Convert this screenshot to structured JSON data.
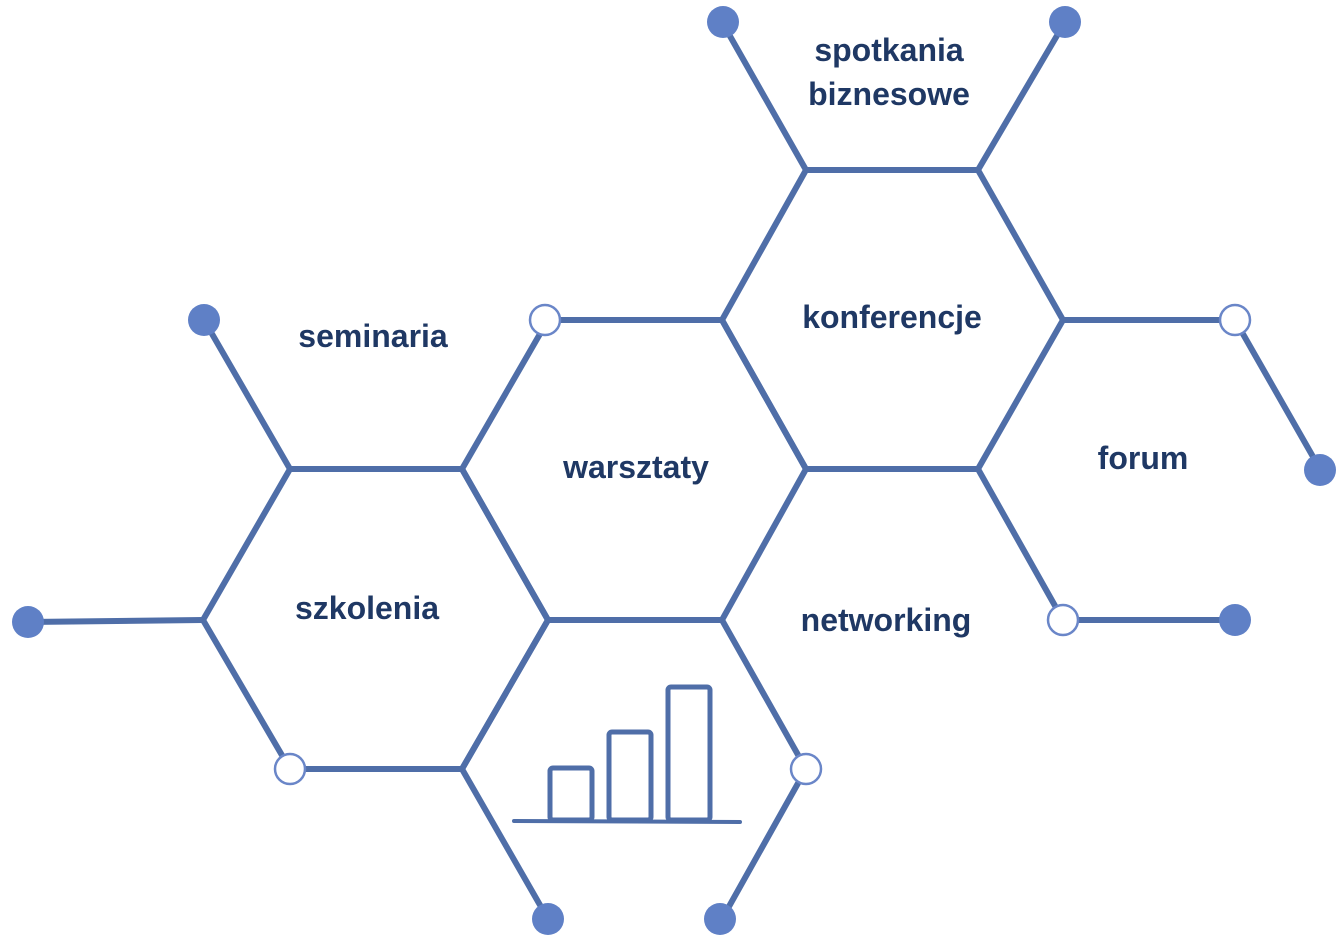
{
  "labels": {
    "spotkania_line1": "spotkania",
    "spotkania_line2": "biznesowe",
    "konferencje": "konferencje",
    "seminaria": "seminaria",
    "warsztaty": "warsztaty",
    "forum": "forum",
    "szkolenia": "szkolenia",
    "networking": "networking"
  },
  "colors": {
    "line": "#4f6ea8",
    "node": "#5f80c6",
    "text": "#1f3864"
  },
  "icons": {
    "center_bottom": "bar-chart-icon"
  }
}
